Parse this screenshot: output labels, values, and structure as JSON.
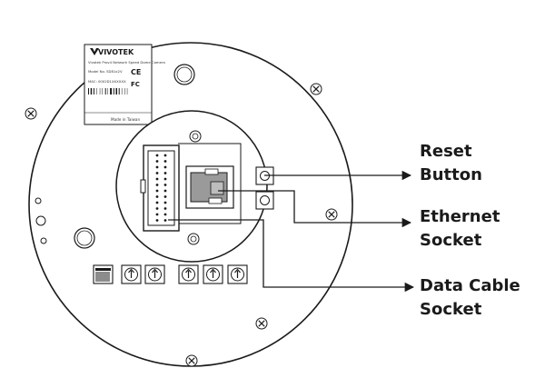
{
  "product_label": {
    "brand": "VIVOTEK",
    "description": "Vivotek Prov4 Network Speed Dome Camera",
    "model": "Model No. SD81x2V",
    "mac": "MAC: 0002D1XXXXXX",
    "origin": "Made in Taiwan",
    "ce_mark": "CE",
    "fcc_mark": "FC"
  },
  "callouts": {
    "reset": "Reset\nButton",
    "ethernet": "Ethernet\nSocket",
    "data_cable": "Data Cable\nSocket"
  },
  "icons": {
    "screw": "screw-icon",
    "arrow_terminal": "up-arrow-terminal-icon",
    "arrowhead": "arrowhead-icon"
  },
  "colors": {
    "line": "#1a1a1a",
    "background": "#ffffff",
    "ethernet_port_fill": "#9a9a9a"
  }
}
